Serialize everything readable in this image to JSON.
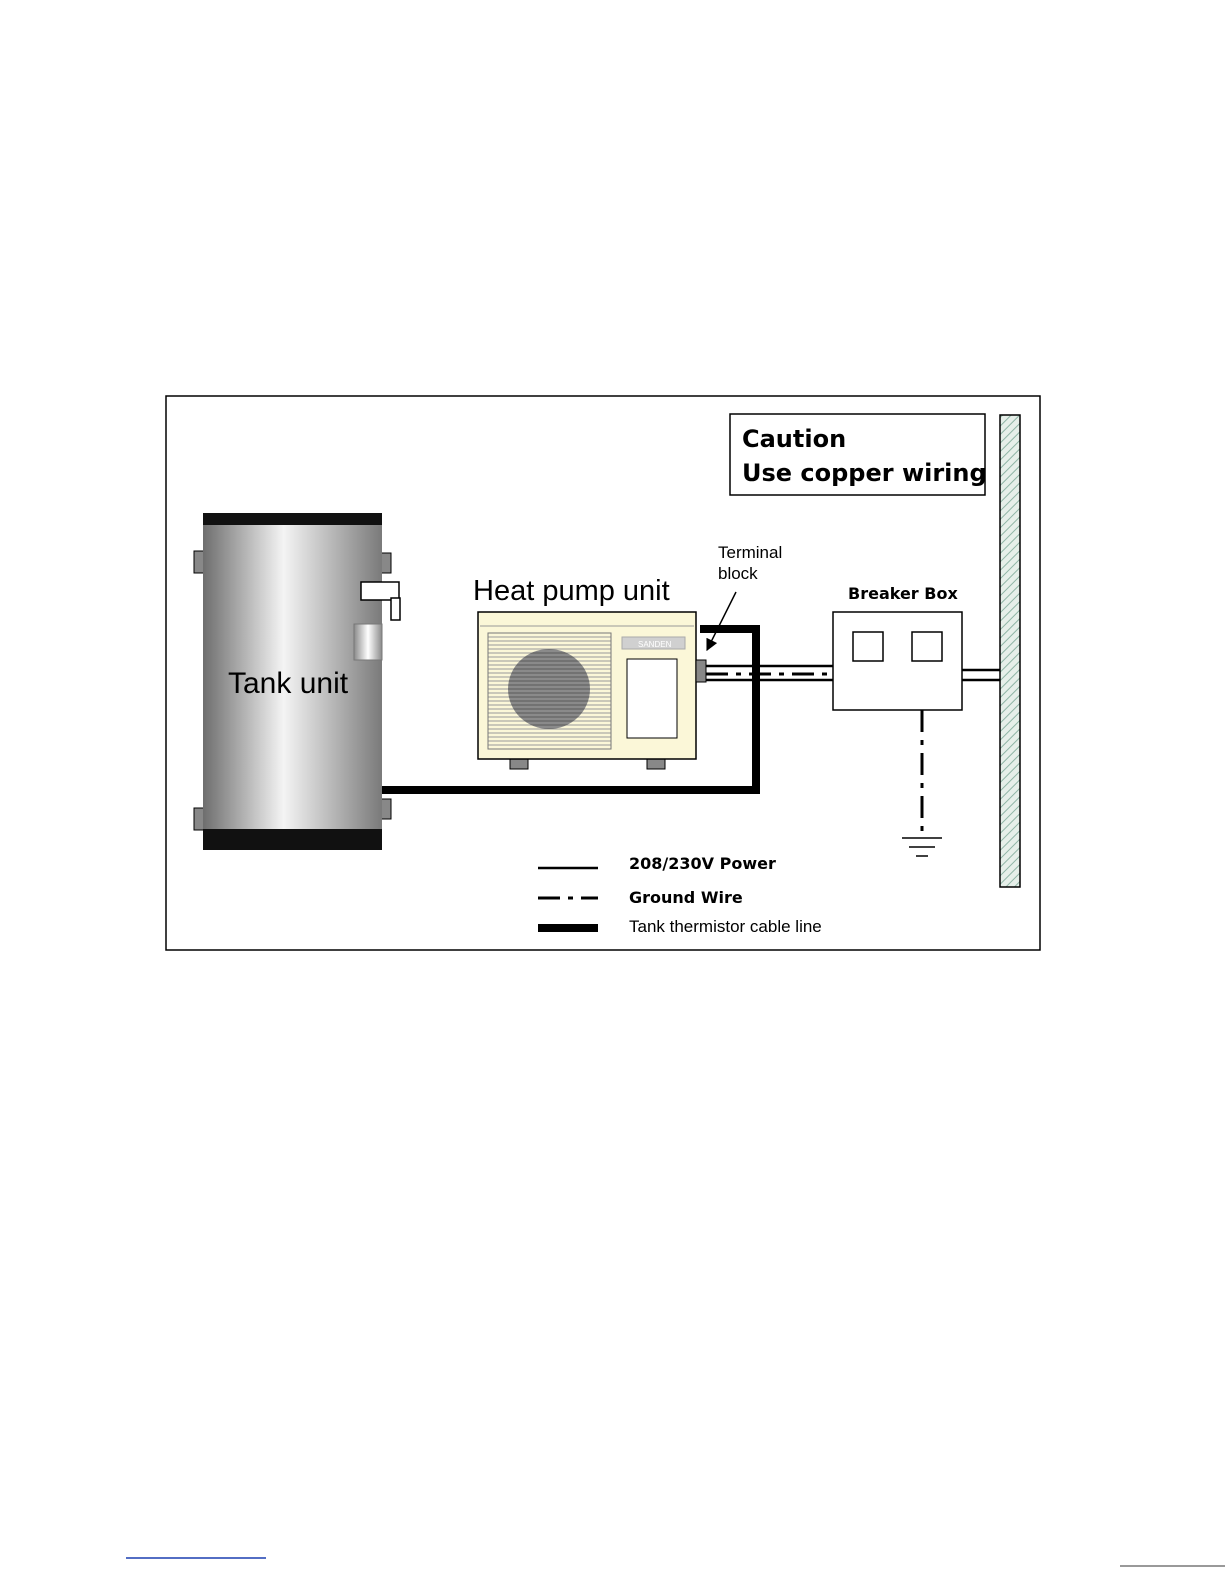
{
  "caution": {
    "line1": "Caution",
    "line2": "Use copper wiring"
  },
  "labels": {
    "tank_unit": "Tank unit",
    "heat_pump_unit": "Heat pump unit",
    "terminal_block_line1": "Terminal",
    "terminal_block_line2": "block",
    "breaker_box": "Breaker Box",
    "brand_badge": "SANDEN"
  },
  "legend": [
    {
      "style": "solid",
      "label": "208/230V Power"
    },
    {
      "style": "dash-dot",
      "label": "Ground Wire"
    },
    {
      "style": "thick",
      "label": "Tank thermistor cable line"
    }
  ],
  "colors": {
    "line": "#000000",
    "heat_pump_body": "#fbf7d8",
    "wall_hatch": "#8fb5a5",
    "tank_gradient_dark": "#6e6e6e",
    "tank_gradient_light": "#f4f4f4"
  },
  "icons": {
    "ground": "ground-symbol-icon",
    "fan": "fan-grille-icon"
  }
}
